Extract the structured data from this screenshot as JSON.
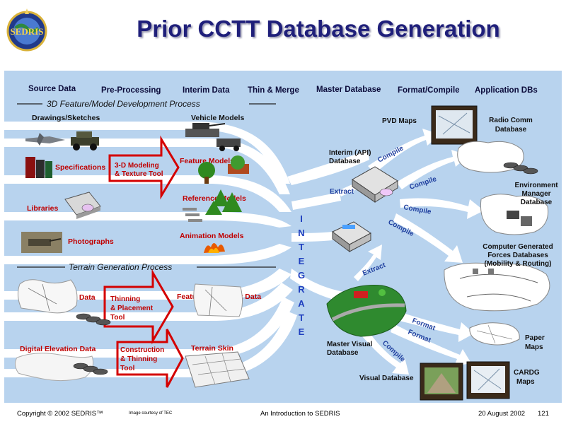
{
  "slide": {
    "title": "Prior CCTT Database Generation",
    "logo_text": "SEDRIS"
  },
  "columns": [
    "Source Data",
    "Pre-Processing",
    "Interim Data",
    "Thin & Merge",
    "Master Database",
    "Format/Compile",
    "Application DBs"
  ],
  "sections": {
    "feature_model": "3D Feature/Model Development Process",
    "terrain": "Terrain Generation Process"
  },
  "source_items": {
    "drawings": "Drawings/Sketches",
    "specifications": "Specifications",
    "libraries": "Libraries",
    "photographs": "Photographs",
    "digital_feature": "Digital Feature Data",
    "digital_elevation": "Digital Elevation Data"
  },
  "tools": {
    "modeling": [
      "3-D Modeling",
      "& Texture Tool"
    ],
    "thinning": [
      "Thinning",
      "& Placement",
      "Tool"
    ],
    "construction": [
      "Construction",
      "& Thinning",
      "Tool"
    ]
  },
  "interim_items": {
    "vehicle_models": "Vehicle Models",
    "feature_models": "Feature Models",
    "reference_models": "Reference Models",
    "animation_models": "Animation Models",
    "feature_placement": "Feature Placement Data",
    "terrain_skin": "Terrain Skin"
  },
  "integrate_letters": [
    "I",
    "N",
    "T",
    "E",
    "G",
    "R",
    "A",
    "T",
    "E"
  ],
  "master": {
    "interim_api": [
      "Interim (API)",
      "Database"
    ],
    "master_visual": [
      "Master Visual",
      "Database"
    ]
  },
  "flow_labels": {
    "extract_1": "Extract",
    "extract_2": "Extract",
    "compile_pvd": "Compile",
    "compile_radio": "Compile",
    "compile_env": "Compile",
    "compile_cgf": "Compile",
    "format_paper": "Format",
    "format_cardg": "Format",
    "compile_visual": "Compile"
  },
  "applications": {
    "pvd_maps": "PVD Maps",
    "radio_comm": [
      "Radio Comm",
      "Database"
    ],
    "environment_manager": [
      "Environment",
      "Manager",
      "Database"
    ],
    "cgf": [
      "Computer Generated",
      "Forces Databases",
      "(Mobility & Routing)"
    ],
    "paper_maps": [
      "Paper",
      "Maps"
    ],
    "cardg_maps": [
      "CARDG",
      "Maps"
    ],
    "visual_database": "Visual Database"
  },
  "footer": {
    "copyright": "Copyright © 2002 SEDRIS™",
    "image_credit": "Image courtesy of TEC",
    "center": "An Introduction to SEDRIS",
    "date": "20 August 2002",
    "page": "121"
  },
  "colors": {
    "panel": "#b8d3ee",
    "band": "#ffffff",
    "tool_arrow": "#d40000",
    "label_red": "#c00000",
    "label_blue": "#1f3f9f",
    "title": "#1f1f7a"
  }
}
